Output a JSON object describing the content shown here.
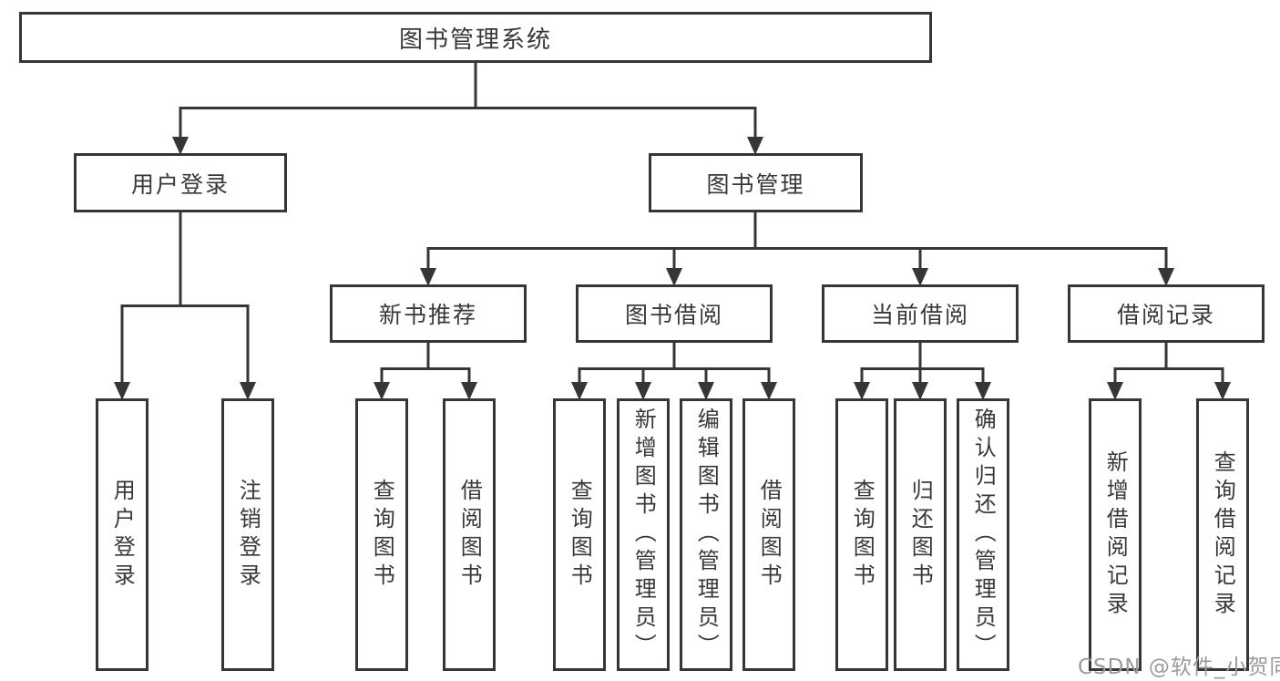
{
  "diagram": {
    "root": {
      "label": "图书管理系统"
    },
    "level2": [
      {
        "label": "用户登录",
        "parent": "图书管理系统"
      },
      {
        "label": "图书管理",
        "parent": "图书管理系统"
      }
    ],
    "level3": [
      {
        "label": "新书推荐",
        "parent": "图书管理"
      },
      {
        "label": "图书借阅",
        "parent": "图书管理"
      },
      {
        "label": "当前借阅",
        "parent": "图书管理"
      },
      {
        "label": "借阅记录",
        "parent": "图书管理"
      }
    ],
    "leaves": [
      {
        "label": "用户登录",
        "parent": "用户登录"
      },
      {
        "label": "注销登录",
        "parent": "用户登录"
      },
      {
        "label": "查询图书",
        "parent": "新书推荐"
      },
      {
        "label": "借阅图书",
        "parent": "新书推荐"
      },
      {
        "label": "查询图书",
        "parent": "图书借阅"
      },
      {
        "label": "新增图书（管理员）",
        "parent": "图书借阅"
      },
      {
        "label": "编辑图书（管理员）",
        "parent": "图书借阅"
      },
      {
        "label": "借阅图书",
        "parent": "图书借阅"
      },
      {
        "label": "查询图书",
        "parent": "当前借阅"
      },
      {
        "label": "归还图书",
        "parent": "当前借阅"
      },
      {
        "label": "确认归还（管理员）",
        "parent": "当前借阅"
      },
      {
        "label": "新增借阅记录",
        "parent": "借阅记录"
      },
      {
        "label": "查询借阅记录",
        "parent": "借阅记录"
      }
    ]
  },
  "watermark": "CSDN @软件_小贺同学",
  "colors": {
    "stroke": "#363636",
    "text": "#383838",
    "background": "#ffffff",
    "watermark": "#9b9b9b"
  }
}
